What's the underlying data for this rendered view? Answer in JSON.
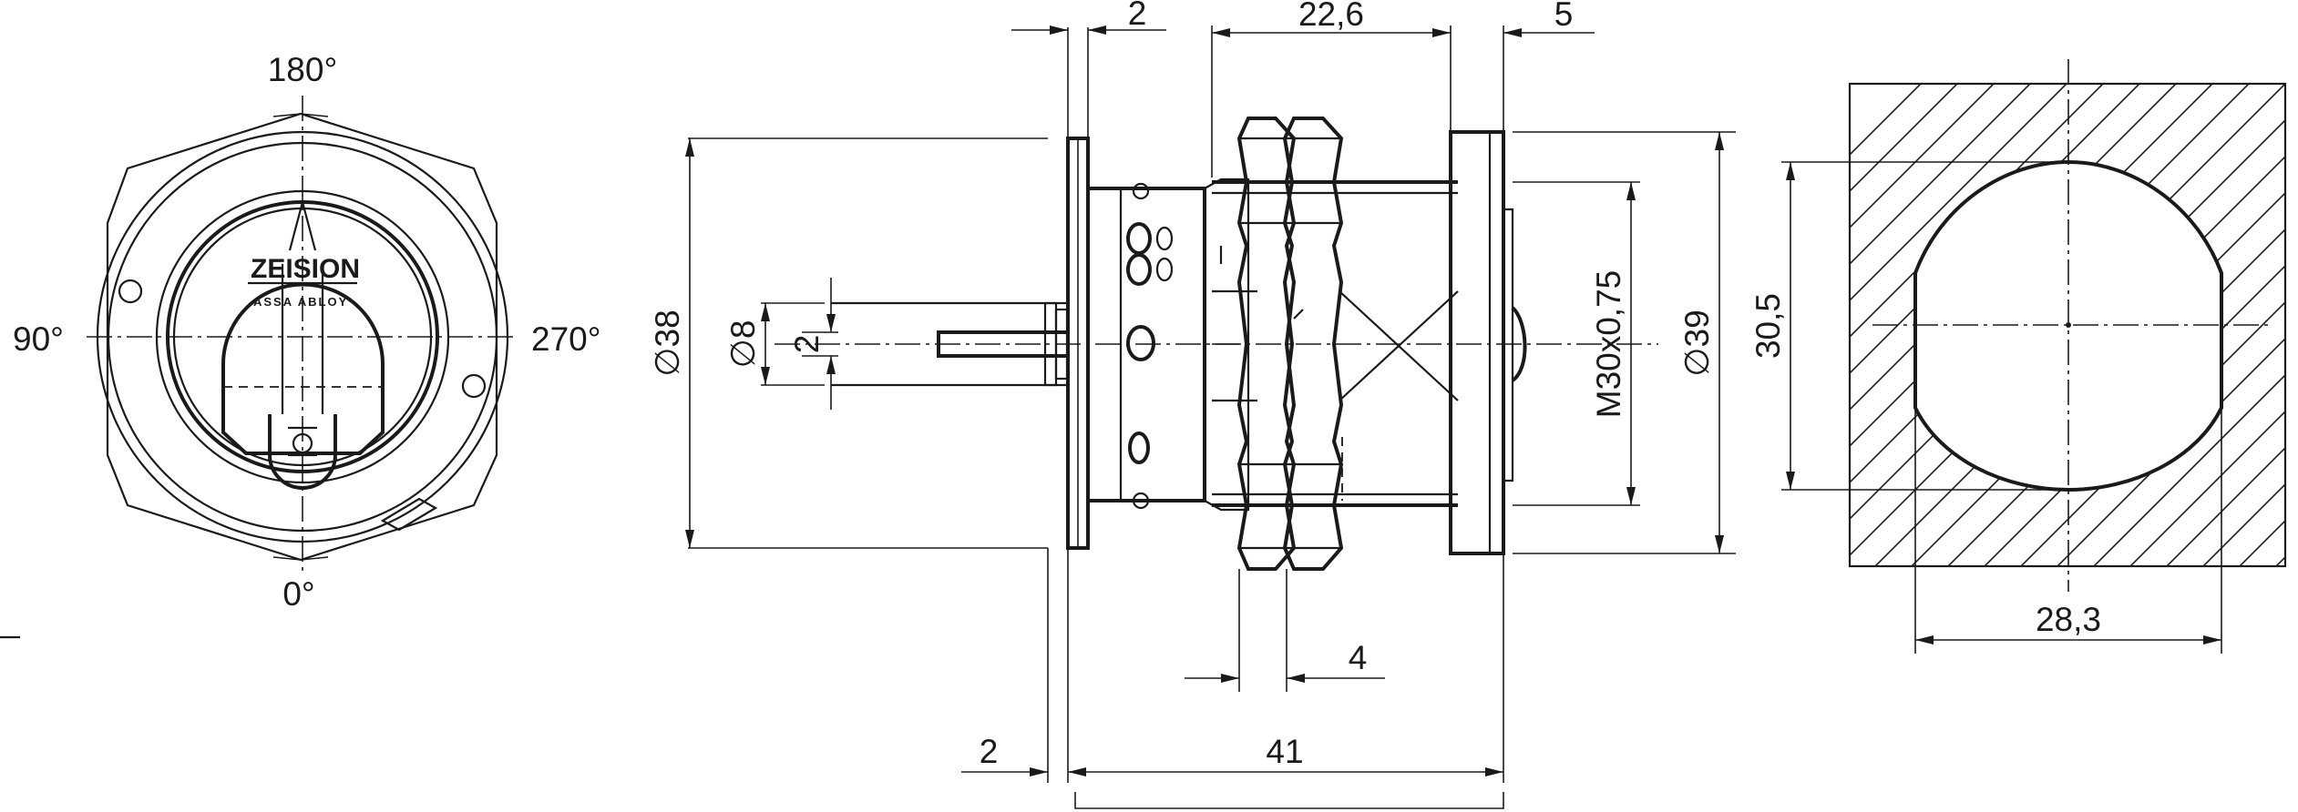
{
  "front_view": {
    "angle_top": "180°",
    "angle_left": "90°",
    "angle_right": "270°",
    "angle_bottom": "0°",
    "brand": "ZEISION",
    "brand_sub": "ASSA ABLOY"
  },
  "side_view": {
    "dim_top_left": "2",
    "dim_top_mid": "22,6",
    "dim_top_right": "5",
    "dim_dia_38": "∅38",
    "dim_dia_8": "∅8",
    "dim_shaft_2": "2",
    "dim_thread": "M30x0,75",
    "dim_dia_39": "∅39",
    "dim_nut_4": "4",
    "dim_bottom_2": "2",
    "dim_bottom_41": "41"
  },
  "cutout": {
    "dim_height": "30,5",
    "dim_width": "28,3"
  }
}
